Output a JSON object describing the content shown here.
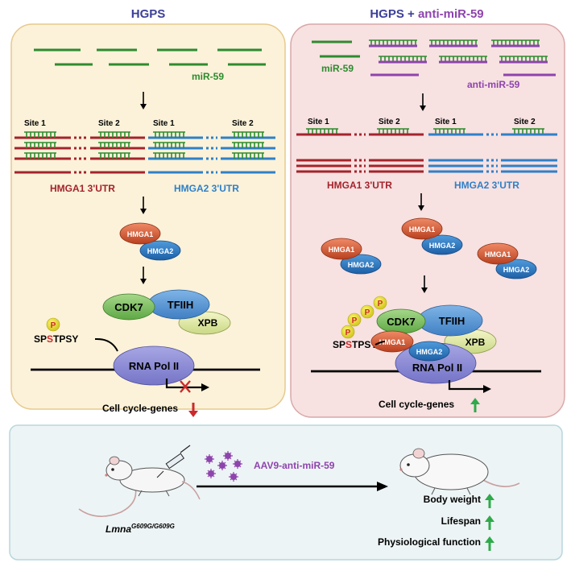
{
  "panel_left": {
    "title": "HGPS",
    "mirna_label": "miR-59",
    "site1": "Site 1",
    "site2": "Site 2",
    "utr1_label": "HMGA1 3'UTR",
    "utr2_label": "HMGA2 3'UTR",
    "hmga1": "HMGA1",
    "hmga2": "HMGA2",
    "cdk7": "CDK7",
    "tfiih": "TFIIH",
    "xpb": "XPB",
    "p": "P",
    "ctd_prefix": "SP",
    "ctd_s": "S",
    "ctd_suffix": "TPSY",
    "polii": "RNA Pol II",
    "outcome": "Cell cycle-genes"
  },
  "panel_right": {
    "title_prefix": "HGPS + ",
    "title_suffix": "anti-miR-59",
    "mirna_label": "miR-59",
    "anti_label": "anti-miR-59",
    "site1": "Site 1",
    "site2": "Site 2",
    "utr1_label": "HMGA1 3'UTR",
    "utr2_label": "HMGA2 3'UTR",
    "hmga1": "HMGA1",
    "hmga2": "HMGA2",
    "cdk7": "CDK7",
    "tfiih": "TFIIH",
    "xpb": "XPB",
    "p": "P",
    "ctd_prefix": "SP",
    "ctd_s": "S",
    "ctd_suffix": "TPSY",
    "polii": "RNA Pol II",
    "outcome": "Cell cycle-genes"
  },
  "bottom": {
    "treatment": "AAV9-anti-miR-59",
    "genotype_main": "Lmna",
    "genotype_sup": "G609G/G609G",
    "outcomes": [
      "Body weight",
      "Lifespan",
      "Physiological function"
    ]
  },
  "colors": {
    "mirna_green": "#2e8b2e",
    "anti_purple": "#8e44ad",
    "utr1_red": "#a4232c",
    "utr2_blue": "#2f80c8",
    "arrow_up_green": "#2eaa4a",
    "arrow_down_red": "#cc2a2a",
    "left_panel_bg": "#fbf2d9",
    "right_panel_bg": "#f7e1e1"
  }
}
